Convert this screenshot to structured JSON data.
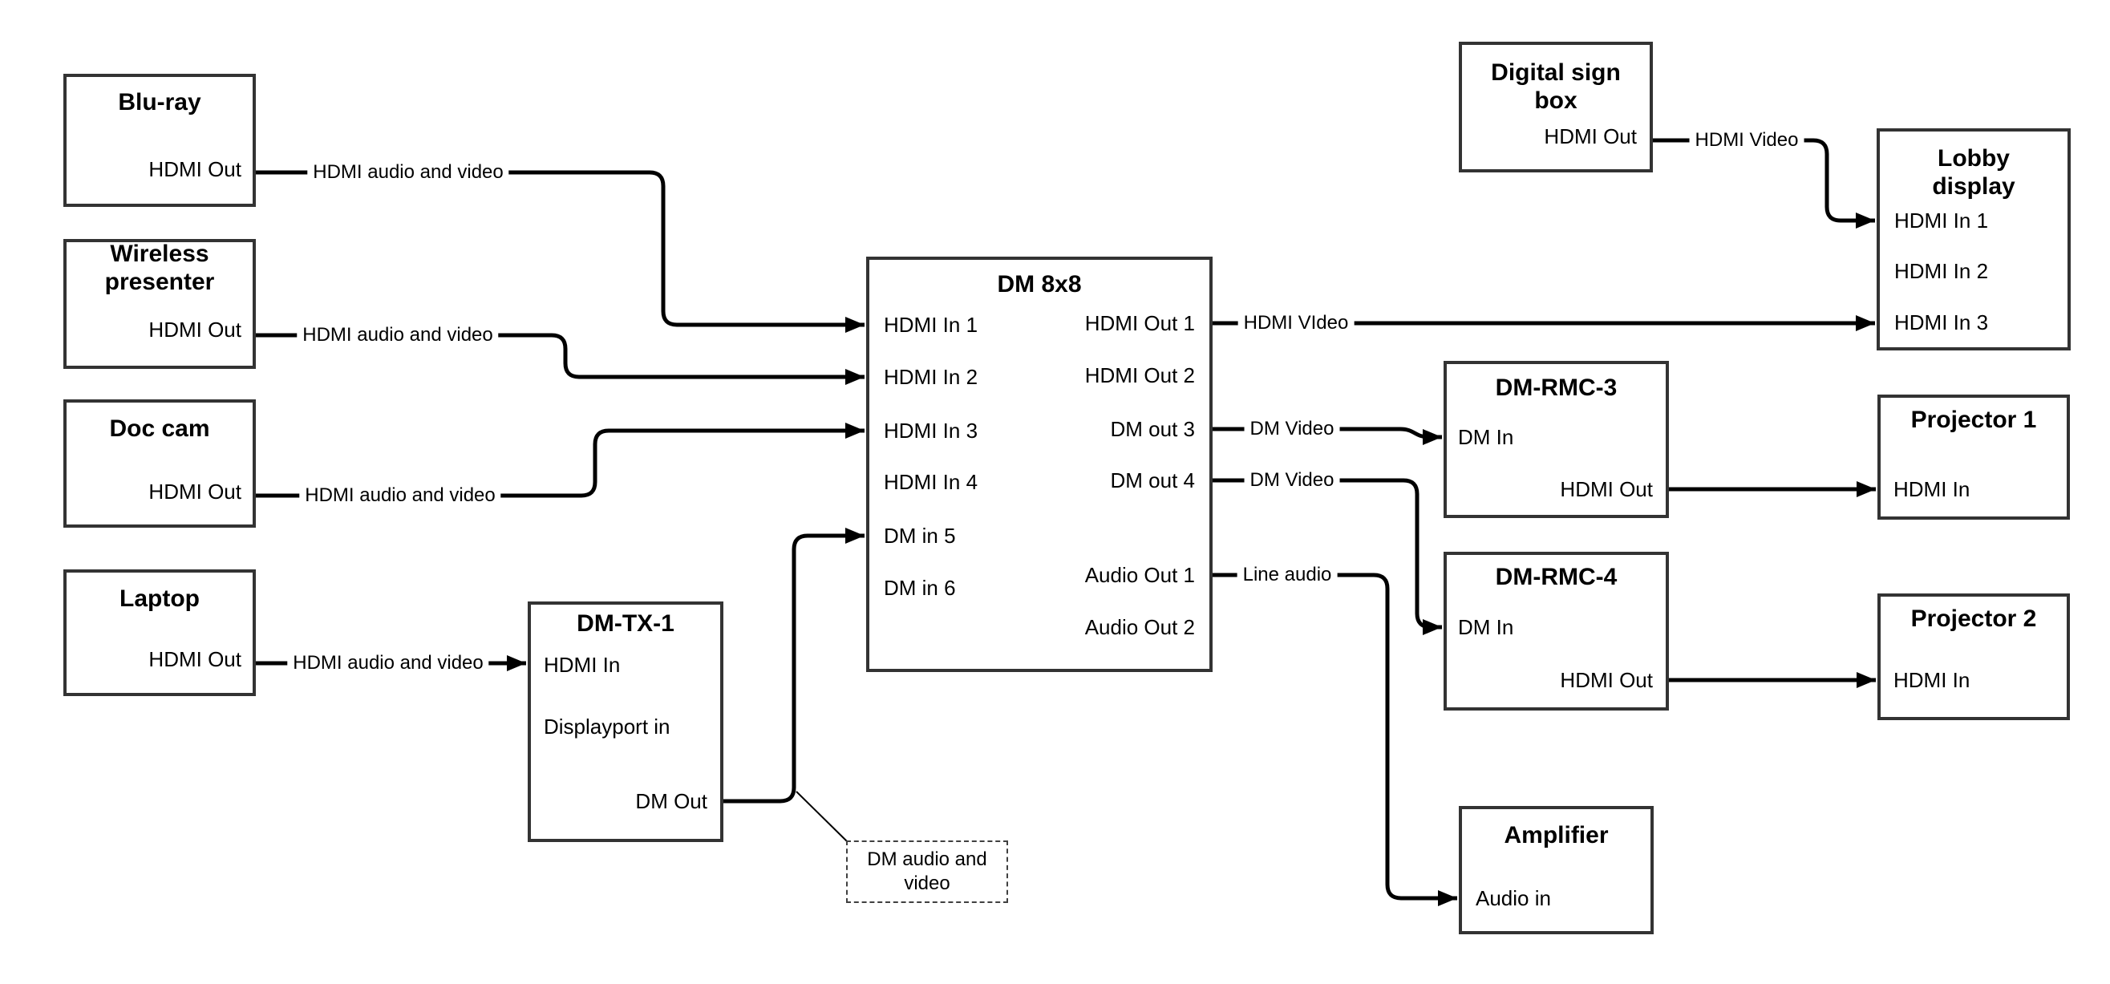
{
  "colors": {
    "background": "#ffffff",
    "line": "#000000",
    "box_border": "#333333",
    "text": "#000000"
  },
  "nodes": {
    "bluray": {
      "title": "Blu-ray",
      "ports": {
        "hdmi_out": "HDMI Out"
      }
    },
    "wireless": {
      "title": "Wireless\npresenter",
      "ports": {
        "hdmi_out": "HDMI Out"
      }
    },
    "doccam": {
      "title": "Doc cam",
      "ports": {
        "hdmi_out": "HDMI Out"
      }
    },
    "laptop": {
      "title": "Laptop",
      "ports": {
        "hdmi_out": "HDMI Out"
      }
    },
    "dmtx1": {
      "title": "DM-TX-1",
      "ports": {
        "hdmi_in": "HDMI In",
        "displayport_in": "Displayport in",
        "dm_out": "DM Out"
      }
    },
    "dm8x8": {
      "title": "DM 8x8",
      "ports": {
        "hdmi_in_1": "HDMI In 1",
        "hdmi_in_2": "HDMI In 2",
        "hdmi_in_3": "HDMI In 3",
        "hdmi_in_4": "HDMI In 4",
        "dm_in_5": "DM in 5",
        "dm_in_6": "DM in 6",
        "hdmi_out_1": "HDMI Out 1",
        "hdmi_out_2": "HDMI Out 2",
        "dm_out_3": "DM out 3",
        "dm_out_4": "DM out 4",
        "audio_out_1": "Audio Out 1",
        "audio_out_2": "Audio Out 2"
      }
    },
    "digital_sign": {
      "title": "Digital sign\nbox",
      "ports": {
        "hdmi_out": "HDMI Out"
      }
    },
    "lobby_display": {
      "title": "Lobby\ndisplay",
      "ports": {
        "hdmi_in_1": "HDMI In 1",
        "hdmi_in_2": "HDMI In 2",
        "hdmi_in_3": "HDMI In 3"
      }
    },
    "dm_rmc_3": {
      "title": "DM-RMC-3",
      "ports": {
        "dm_in": "DM In",
        "hdmi_out": "HDMI Out"
      }
    },
    "projector_1": {
      "title": "Projector 1",
      "ports": {
        "hdmi_in": "HDMI In"
      }
    },
    "dm_rmc_4": {
      "title": "DM-RMC-4",
      "ports": {
        "dm_in": "DM In",
        "hdmi_out": "HDMI Out"
      }
    },
    "projector_2": {
      "title": "Projector 2",
      "ports": {
        "hdmi_in": "HDMI In"
      }
    },
    "amplifier": {
      "title": "Amplifier",
      "ports": {
        "audio_in": "Audio in"
      }
    }
  },
  "edge_labels": {
    "bluray_to_dm8x8": "HDMI audio and video",
    "wireless_to_dm8x8": "HDMI audio and video",
    "doccam_to_dm8x8": "HDMI audio and video",
    "laptop_to_dmtx1": "HDMI audio and video",
    "hdmiout1_to_lobby": "HDMI VIdeo",
    "dmout3_to_rmc3": "DM Video",
    "dmout4_to_rmc4": "DM Video",
    "audioout1_to_amplifier": "Line audio",
    "digitalsign_to_lobby": "HDMI Video"
  },
  "callout": {
    "text": "DM audio and video"
  }
}
